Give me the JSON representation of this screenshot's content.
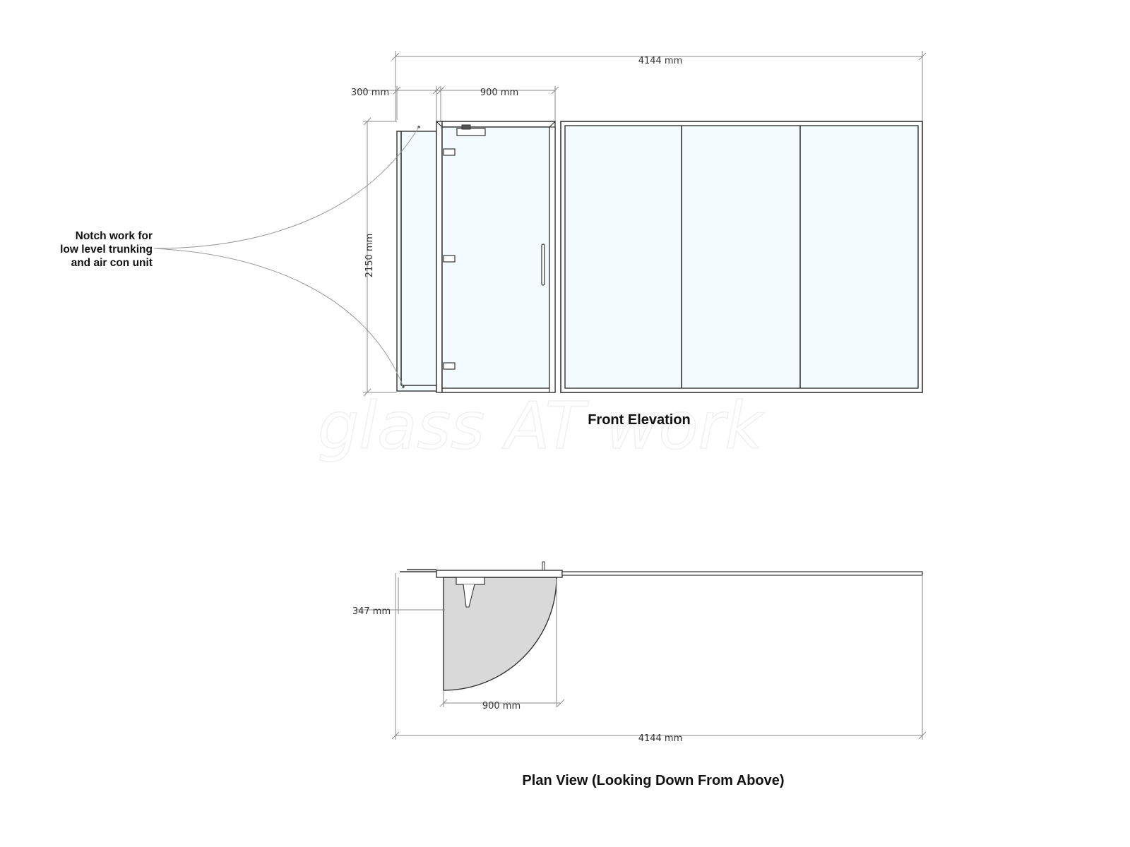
{
  "drawing": {
    "front_elevation_title": "Front Elevation",
    "plan_view_title": "Plan View (Looking Down From Above)",
    "note_lines": [
      "Notch work for",
      "low level trunking",
      "and air con unit"
    ],
    "watermark": "glass AT work"
  },
  "dimensions": {
    "elev_overall_width": "4144 mm",
    "elev_notch_width": "300 mm",
    "elev_door_width": "900 mm",
    "elev_height": "2150 mm",
    "plan_door_depth": "347 mm",
    "plan_door_width": "900 mm",
    "plan_overall_width": "4144 mm"
  },
  "colors": {
    "glass_fill": "#f3fbfe",
    "frame_stroke": "#333333",
    "door_swing_fill": "#d9d9d9"
  }
}
